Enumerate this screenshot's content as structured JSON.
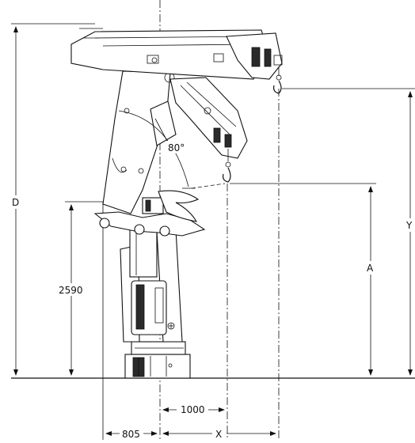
{
  "dimensions": {
    "height_total": "D",
    "reach_horizontal": "X",
    "height_hook": "Y",
    "height_at_1000": "A",
    "pillar_height": "2590",
    "base_offset": "805",
    "reach_1000": "1000",
    "angle": "80°"
  }
}
